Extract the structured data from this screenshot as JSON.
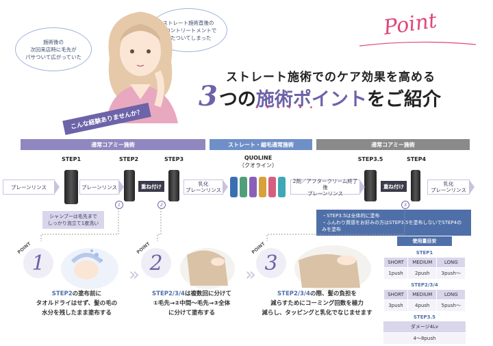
{
  "bubbles": {
    "left": "施術後の\n次回来店時に毛先が\nパサついて広がっていた",
    "right": "ストレート施術直後の\nサロントリートメントで\nべたついてしまった"
  },
  "banner": "こんな経験ありませんか？",
  "point_script": "Point",
  "title": {
    "line1": "ストレート施術でのケア効果を高める",
    "num": "3",
    "line2_a": "つの",
    "line2_hl": "施術ポイント",
    "line2_b": "をご紹介"
  },
  "sections": [
    "通常コアミー施術",
    "ストレート・縮毛通常施術",
    "通常コアミー施術"
  ],
  "steps": {
    "step1": "STEP1",
    "step2": "STEP2",
    "step3": "STEP3",
    "quoline": "QUOLINE",
    "quoline_kana": "（クオライン）",
    "step35": "STEP3.5",
    "step4": "STEP4"
  },
  "flow": {
    "plain_rinse_1": "プレーンリンス",
    "plain_rinse_2": "プレーンリンス",
    "overlay_1": "重ね付け",
    "emulsion_rinse": "乳化\nプレーンリンス",
    "after_cream": "2剤／アフタークリーム終了後\nプレーンリンス",
    "overlay_2": "重ね付け",
    "emulsion_rinse_2": "乳化\nプレーンリンス"
  },
  "circle_labels": [
    "1",
    "2",
    "3"
  ],
  "notes": {
    "shampoo": "シャンプーは毛先まで\nしっかり泡立て1度洗い",
    "step35": "・STEP3.5は全体的に塗布\n・ふんわり質感をお好みの方はSTEP3.5を塗布しないでSTEP4のみを塗布"
  },
  "points": [
    {
      "num": "1",
      "label": "POINT",
      "hl": "STEP2",
      "line1": "の塗布前に",
      "line2": "タオルドライはせず、髪の毛の",
      "line3": "水分を残したまま塗布する"
    },
    {
      "num": "2",
      "label": "POINT",
      "hl": "STEP2/3/4",
      "line1": "は複数回に分けて",
      "line2": "①毛先→②中間〜毛先→③全体",
      "line3": "に分けて塗布する"
    },
    {
      "num": "3",
      "label": "POINT",
      "hl": "STEP2/3/4",
      "line1": "の際、髪の負担を",
      "line2": "減らすためにコーミング回数を極力",
      "line3": "減らし、タッピングと乳化でなじませます"
    }
  ],
  "usage": {
    "header": "使用量目安",
    "sub1": "STEP1",
    "cols": [
      "SHORT",
      "MEDIUM",
      "LONG"
    ],
    "step1_vals": [
      "1push",
      "2push",
      "3push〜"
    ],
    "sub2": "STEP2/3/4",
    "step234_vals": [
      "3push",
      "4push",
      "5push〜"
    ],
    "sub3": "STEP3.5",
    "step35_a": "ダメージ4Lv",
    "step35_b": "4〜8push"
  },
  "colors": {
    "accent": "#6c63a8",
    "blue": "#4f6fa8",
    "pink": "#e0457b",
    "gray_bar": "#8a8a8a"
  }
}
